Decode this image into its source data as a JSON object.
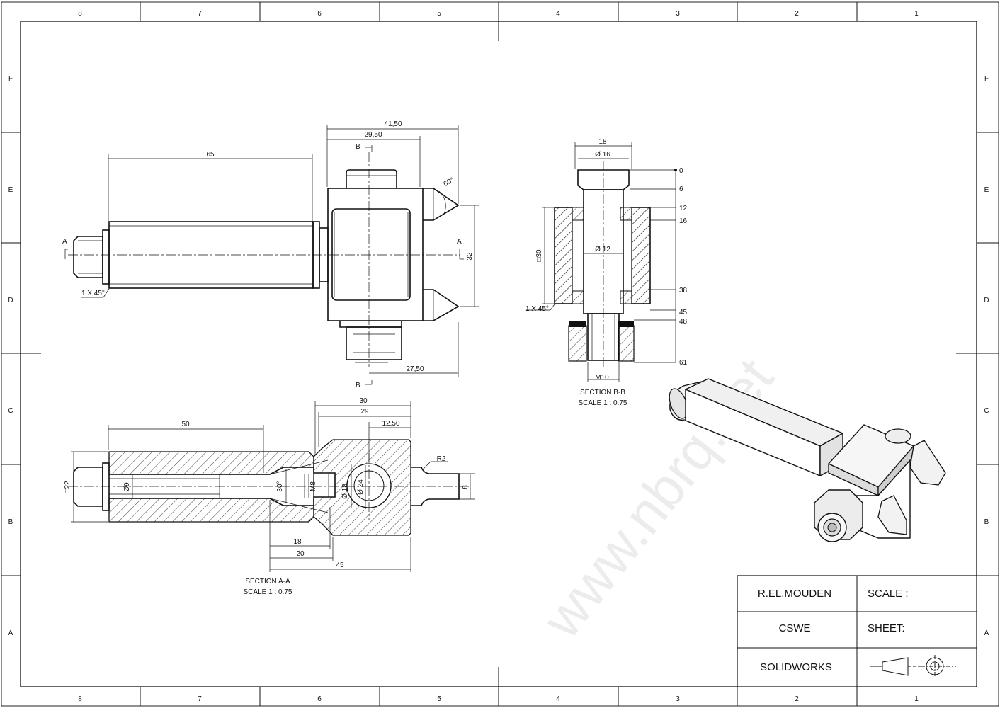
{
  "frame": {
    "columns": [
      "8",
      "7",
      "6",
      "5",
      "4",
      "3",
      "2",
      "1"
    ],
    "rows": [
      "F",
      "E",
      "D",
      "C",
      "B",
      "A"
    ]
  },
  "title_block": {
    "author": "R.EL.MOUDEN",
    "organization": "CSWE",
    "software": "SOLIDWORKS",
    "scale_label": "SCALE :",
    "sheet_label": "SHEET:"
  },
  "watermark": "www.nbrq.net",
  "front_view": {
    "dims": [
      "65",
      "41,50",
      "29,50",
      "60°",
      "32",
      "27,50",
      "1 X 45°"
    ],
    "section_marks": [
      "A",
      "A",
      "B",
      "B"
    ]
  },
  "section_bb": {
    "label": "SECTION B-B",
    "scale": "SCALE 1 : 0.75",
    "dims": [
      "18",
      "Ø 16",
      "Ø 12",
      "□30",
      "1 X 45°",
      "M10"
    ],
    "ordinates": [
      "0",
      "6",
      "12",
      "16",
      "38",
      "45",
      "48",
      "61"
    ]
  },
  "section_aa": {
    "label": "SECTION A-A",
    "scale": "SCALE 1 : 0.75",
    "dims": [
      "50",
      "30",
      "29",
      "12,50",
      "R2",
      "□22",
      "Ø9",
      "30°",
      "M8",
      "Ø 18",
      "Ø 24",
      "8",
      "18",
      "20",
      "45"
    ]
  }
}
